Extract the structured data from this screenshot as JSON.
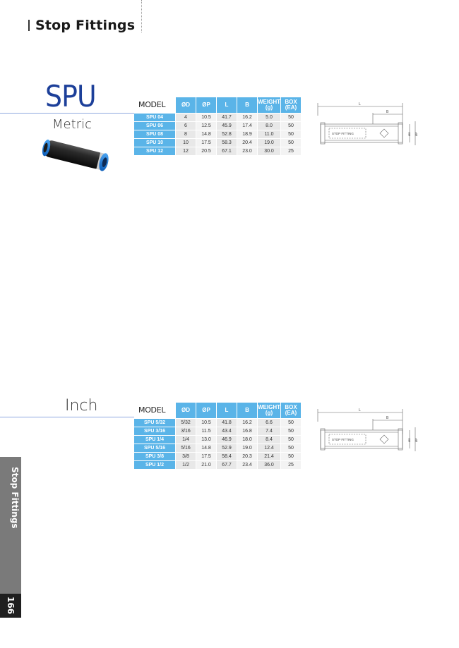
{
  "header": {
    "title": "Stop Fittings"
  },
  "series": {
    "name": "SPU"
  },
  "metric": {
    "label": "Metric",
    "columns": [
      "MODEL",
      "ØD",
      "ØP",
      "L",
      "B",
      "WEIGHT\n(g)",
      "BOX\n(EA)"
    ],
    "rows": [
      [
        "SPU 04",
        "4",
        "10.5",
        "41.7",
        "16.2",
        "5.0",
        "50"
      ],
      [
        "SPU 06",
        "6",
        "12.5",
        "45.9",
        "17.4",
        "8.0",
        "50"
      ],
      [
        "SPU 08",
        "8",
        "14.8",
        "52.8",
        "18.9",
        "11.0",
        "50"
      ],
      [
        "SPU 10",
        "10",
        "17.5",
        "58.3",
        "20.4",
        "19.0",
        "50"
      ],
      [
        "SPU 12",
        "12",
        "20.5",
        "67.1",
        "23.0",
        "30.0",
        "25"
      ]
    ]
  },
  "inch": {
    "label": "Inch",
    "columns": [
      "MODEL",
      "ØD",
      "ØP",
      "L",
      "B",
      "WEIGHT\n(g)",
      "BOX\n(EA)"
    ],
    "rows": [
      [
        "SPU 5/32",
        "5/32",
        "10.5",
        "41.8",
        "16.2",
        "6.6",
        "50"
      ],
      [
        "SPU 3/16",
        "3/16",
        "11.5",
        "43.4",
        "16.8",
        "7.4",
        "50"
      ],
      [
        "SPU 1/4",
        "1/4",
        "13.0",
        "46.9",
        "18.0",
        "8.4",
        "50"
      ],
      [
        "SPU 5/16",
        "5/16",
        "14.8",
        "52.9",
        "19.0",
        "12.4",
        "50"
      ],
      [
        "SPU 3/8",
        "3/8",
        "17.5",
        "58.4",
        "20.3",
        "21.4",
        "50"
      ],
      [
        "SPU 1/2",
        "1/2",
        "21.0",
        "67.7",
        "23.4",
        "36.0",
        "25"
      ]
    ]
  },
  "drawing": {
    "dim_l": "L",
    "dim_b": "B",
    "dim_d": "ØD",
    "dim_p": "ØP",
    "part_label": "STOP FITTING"
  },
  "side_tab": {
    "label": "Stop Fittings"
  },
  "page_number": "166",
  "colors": {
    "accent": "#5ab4e8",
    "title_blue": "#1c3f99",
    "rule": "#8fa8e0",
    "tab_gray": "#7a7a7a"
  }
}
